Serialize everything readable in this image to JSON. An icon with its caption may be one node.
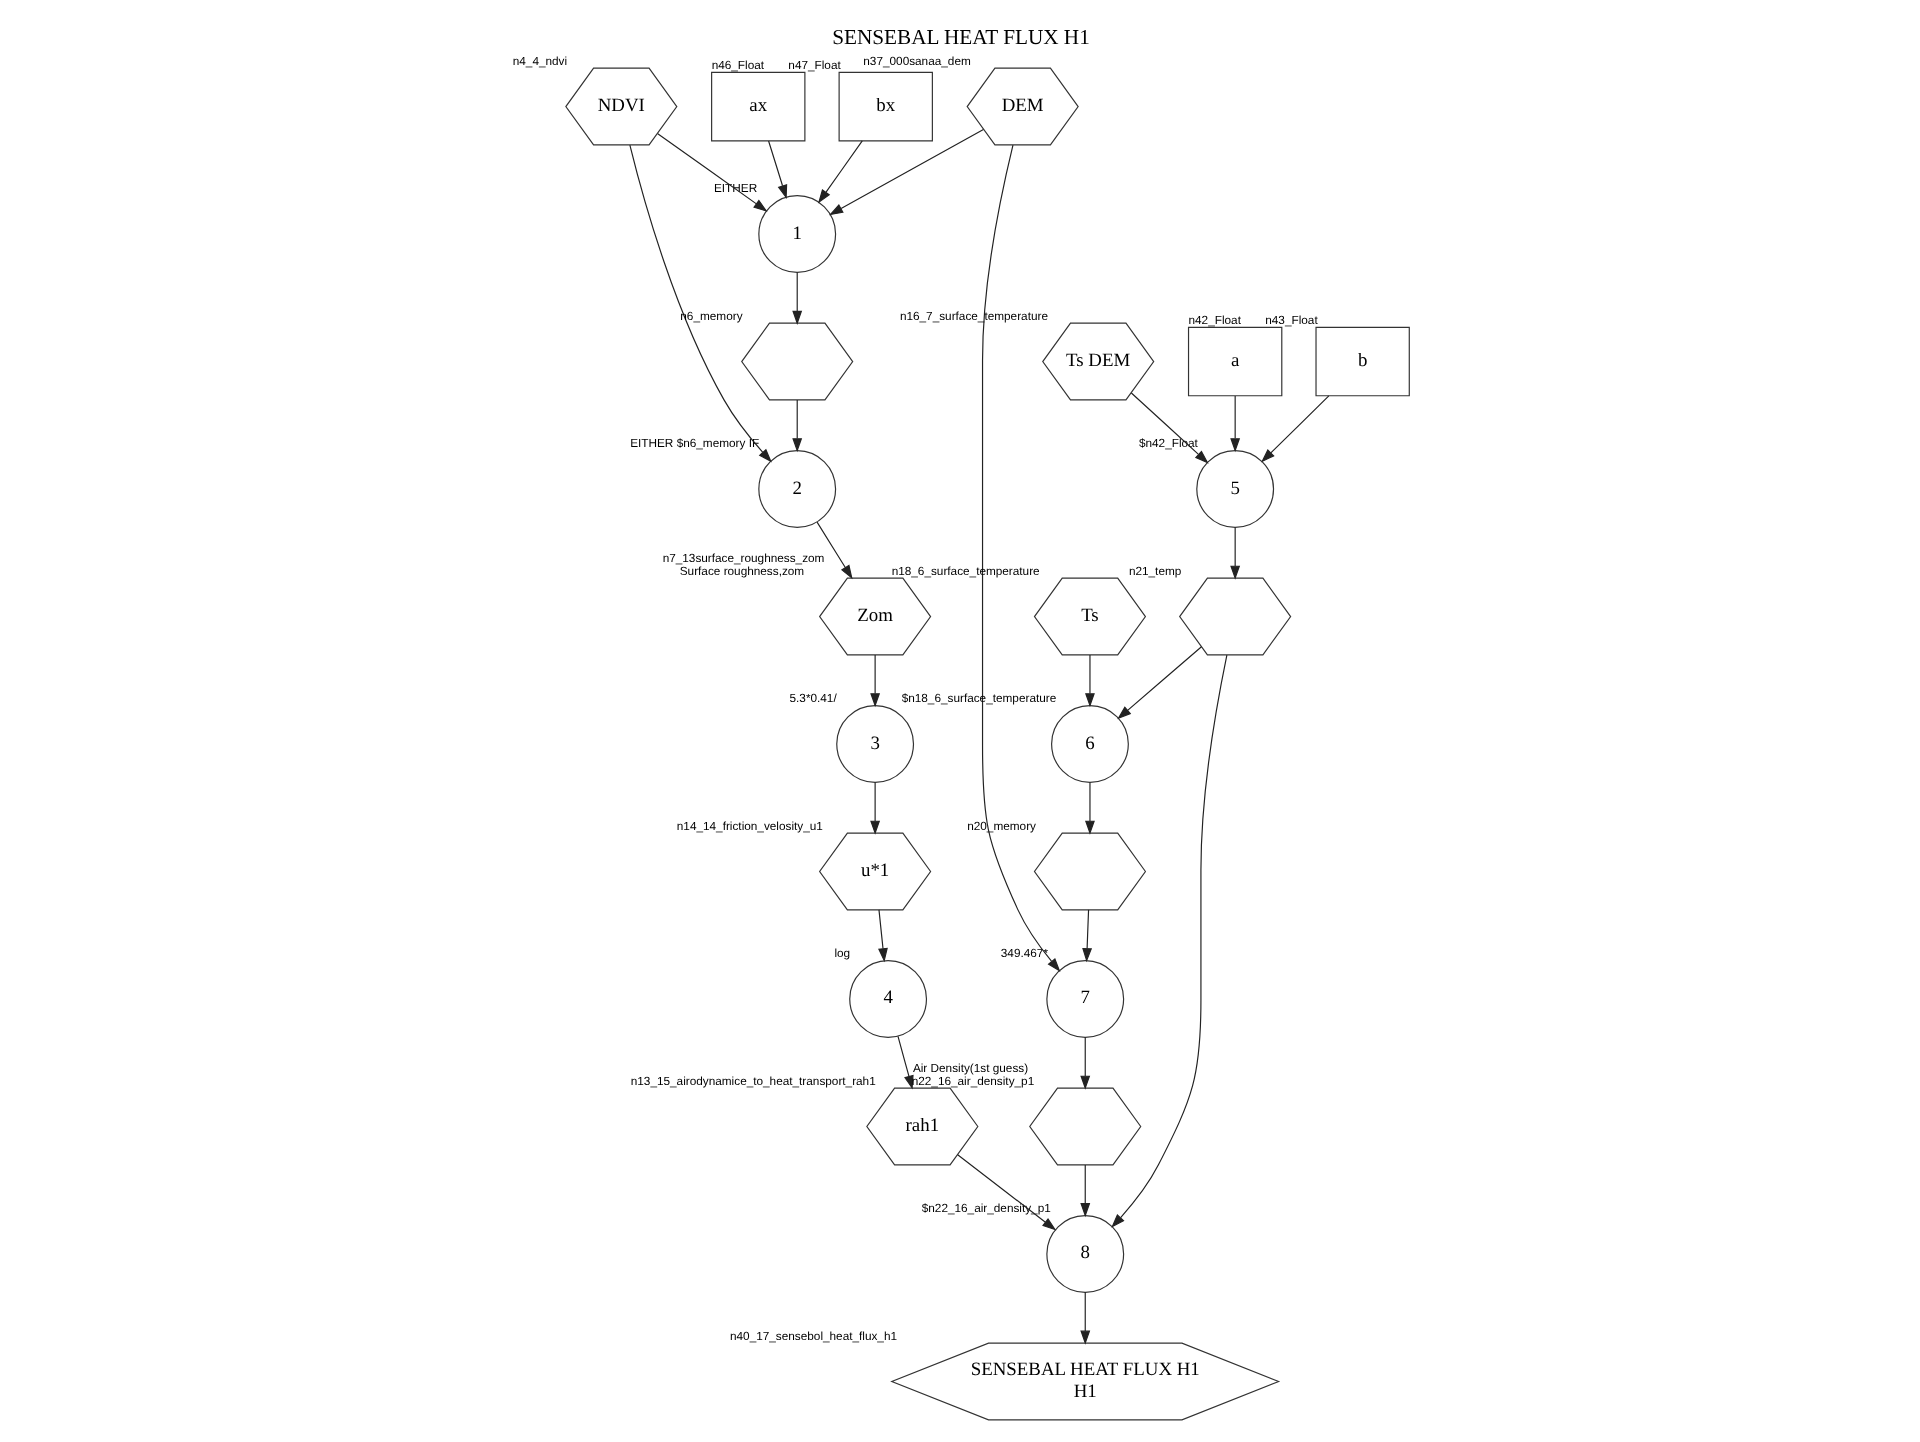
{
  "diagram": {
    "title": "SENSEBAL HEAT FLUX H1",
    "nodes": [
      {
        "text": [
          "NDVI"
        ],
        "beside": [
          "n4_4_ndvi"
        ]
      },
      {
        "text": [
          "DEM"
        ],
        "beside": [
          "n37_000sanaa_dem"
        ]
      },
      {
        "text": [
          "Ts DEM"
        ],
        "beside": [
          "n16_7_surface_temperature"
        ]
      },
      {
        "text": [
          "Ts"
        ],
        "beside": [
          "n18_6_surface_temperature"
        ]
      },
      {
        "text": [
          "a"
        ],
        "beside": [
          "n42_Float"
        ]
      },
      {
        "text": [
          "b"
        ],
        "beside": [
          "n43_Float"
        ]
      },
      {
        "text": [
          "ax"
        ],
        "beside": [
          "n46_Float"
        ]
      },
      {
        "text": [
          "bx"
        ],
        "beside": [
          "n47_Float"
        ]
      },
      {
        "text": [
          "1"
        ],
        "beside": [
          "EITHER"
        ]
      },
      {
        "text": [
          "2"
        ],
        "beside": [
          "EITHER $n6_memory IF"
        ]
      },
      {
        "text": [
          "5"
        ],
        "beside": [
          "$n42_Float"
        ]
      },
      {
        "text": [
          "6"
        ],
        "beside": [
          "$n18_6_surface_temperature"
        ]
      },
      {
        "text": [],
        "shape": "hexagon",
        "beside": [
          "n6_memory"
        ]
      },
      {
        "text": [],
        "shape": "hexagon",
        "beside": [
          "n21_temp"
        ]
      },
      {
        "text": [],
        "shape": "hexagon",
        "beside": [
          "n20_memory"
        ]
      },
      {
        "text": [
          "3"
        ],
        "beside": [
          "5.3*0.41/"
        ]
      },
      {
        "text": [
          "4"
        ],
        "beside": [
          "log"
        ]
      },
      {
        "text": [
          "7"
        ],
        "beside": [
          "349.467*"
        ]
      },
      {
        "text": [
          "8"
        ],
        "beside": [
          "$n22_16_air_density_p1"
        ]
      },
      {
        "text": [
          "Zom"
        ],
        "beside": [
          "n7_13surface_roughness_zom",
          "Surface roughness,zom"
        ]
      },
      {
        "text": [
          "u*1"
        ],
        "beside": [
          "n14_14_friction_velosity_u1"
        ]
      },
      {
        "text": [
          "rah1"
        ],
        "beside": [
          "n13_15_airodynamice_to_heat_transport_rah1"
        ]
      },
      {
        "text": [],
        "shape": "hexagon",
        "beside": [
          "Air Density(1st guess)",
          "n22_16_air_density_p1"
        ]
      },
      {
        "text": [
          "SENSEBAL HEAT FLUX H1",
          "H1"
        ],
        "beside": [
          "n40_17_sensebol_heat_flux_h1"
        ]
      }
    ],
    "edges": [
      {
        "from": 6,
        "to": 8,
        "arrow": "to"
      },
      {
        "from": 7,
        "to": 8,
        "arrow": "to"
      },
      {
        "from": 0,
        "to": 8,
        "arrow": "to"
      },
      {
        "from": 1,
        "to": 8,
        "arrow": "to"
      },
      {
        "from": 0,
        "to": 9,
        "arrow": "to"
      },
      {
        "from": 8,
        "to": 12,
        "arrow": "to"
      },
      {
        "from": 12,
        "to": 9,
        "arrow": "to"
      },
      {
        "from": 9,
        "to": 19,
        "arrow": "to"
      },
      {
        "from": 19,
        "to": 15,
        "arrow": "to"
      },
      {
        "from": 15,
        "to": 20,
        "arrow": "to"
      },
      {
        "from": 20,
        "to": 16,
        "arrow": "to"
      },
      {
        "from": 16,
        "to": 21,
        "arrow": "to"
      },
      {
        "from": 21,
        "to": 18,
        "arrow": "to"
      },
      {
        "from": 1,
        "to": 17,
        "arrow": "to"
      },
      {
        "from": 2,
        "to": 10,
        "arrow": "to"
      },
      {
        "from": 3,
        "to": 11,
        "arrow": "to"
      },
      {
        "from": 4,
        "to": 10,
        "arrow": "to"
      },
      {
        "from": 5,
        "to": 10,
        "arrow": "to"
      },
      {
        "from": 10,
        "to": 13,
        "arrow": "to"
      },
      {
        "from": 13,
        "to": 11,
        "arrow": "to"
      },
      {
        "from": 11,
        "to": 14,
        "arrow": "to"
      },
      {
        "from": 14,
        "to": 17,
        "arrow": "to"
      },
      {
        "from": 13,
        "to": 18,
        "arrow": "to"
      },
      {
        "from": 17,
        "to": 22,
        "arrow": "to"
      },
      {
        "from": 22,
        "to": 18,
        "arrow": "to"
      },
      {
        "from": 18,
        "to": 23,
        "arrow": "to"
      }
    ]
  }
}
